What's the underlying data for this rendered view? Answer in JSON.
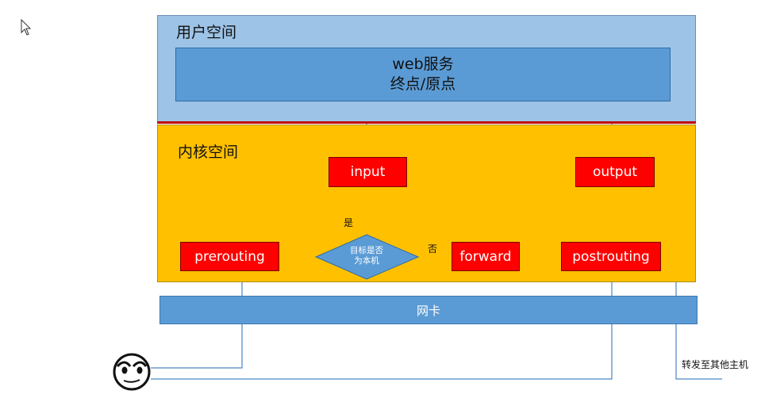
{
  "user_space": {
    "label": "用户空间"
  },
  "web_service": {
    "line1": "web服务",
    "line2": "终点/原点"
  },
  "kernel_space": {
    "label": "内核空间"
  },
  "nodes": {
    "input": "input",
    "output": "output",
    "prerouting": "prerouting",
    "decision_line1": "目标是否",
    "decision_line2": "为本机",
    "forward": "forward",
    "postrouting": "postrouting"
  },
  "branch_labels": {
    "yes": "是",
    "no": "否"
  },
  "nic": {
    "label": "网卡"
  },
  "forward_to_other": "转发至其他主机",
  "colors": {
    "user_space": "#9dc3e6",
    "kernel_space": "#ffc000",
    "box_red": "#ff0000",
    "box_blue": "#5b9bd5",
    "divider": "#c00000"
  }
}
